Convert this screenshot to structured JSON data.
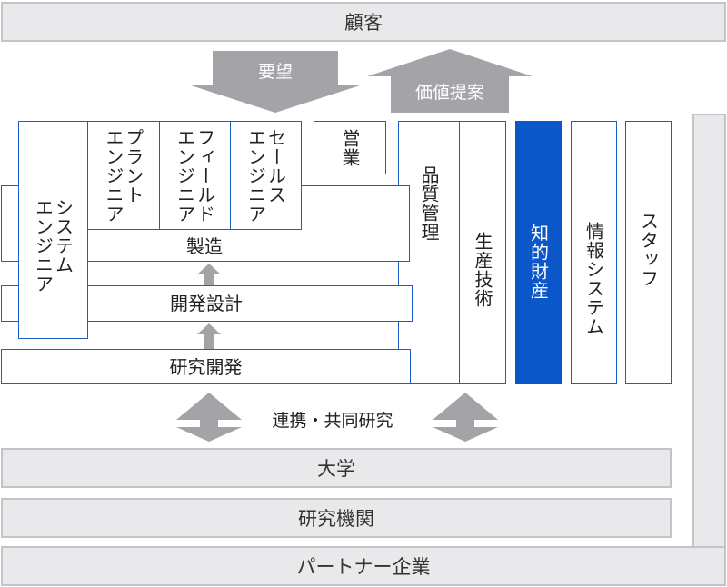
{
  "customer": "顧客",
  "arrows": {
    "demand": "要望",
    "proposal": "価値提案"
  },
  "departments": {
    "system_engineer": "システム\nエンジニア",
    "plant_engineer": "プラント\nエンジニア",
    "field_engineer": "フィールド\nエンジニア",
    "sales_engineer": "セールス\nエンジニア",
    "sales": "営業",
    "quality": "品質管理",
    "production_tech": "生産技術",
    "ip": "知的財産",
    "info_systems": "情報システム",
    "staff": "スタッフ"
  },
  "layers": {
    "manufacturing": "製造",
    "development": "開発設計",
    "research": "研究開発"
  },
  "collaboration": "連携・共同研究",
  "partners": {
    "university": "大学",
    "institute": "研究機関",
    "partner_companies": "パートナー企業"
  },
  "colors": {
    "blue_border": "#1a5fc9",
    "dark_blue": "#0b56c8",
    "gray_fill": "#e9e9eb",
    "arrow_gray": "#a3a3a8"
  }
}
